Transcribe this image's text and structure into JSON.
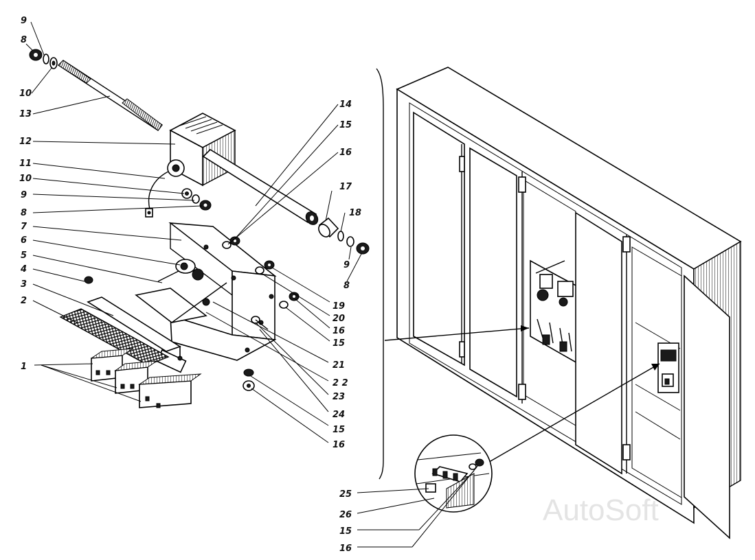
{
  "callouts": [
    {
      "id": "c9a",
      "text": "9"
    },
    {
      "id": "c8a",
      "text": "8"
    },
    {
      "id": "c10a",
      "text": "10"
    },
    {
      "id": "c13",
      "text": "13"
    },
    {
      "id": "c12",
      "text": "12"
    },
    {
      "id": "c11",
      "text": "11"
    },
    {
      "id": "c10b",
      "text": "10"
    },
    {
      "id": "c9b",
      "text": "9"
    },
    {
      "id": "c8b",
      "text": "8"
    },
    {
      "id": "c7",
      "text": "7"
    },
    {
      "id": "c6",
      "text": "6"
    },
    {
      "id": "c5",
      "text": "5"
    },
    {
      "id": "c4",
      "text": "4"
    },
    {
      "id": "c3",
      "text": "3"
    },
    {
      "id": "c2",
      "text": "2"
    },
    {
      "id": "c1",
      "text": "1"
    },
    {
      "id": "c14",
      "text": "14"
    },
    {
      "id": "c15a",
      "text": "15"
    },
    {
      "id": "c16a",
      "text": "16"
    },
    {
      "id": "c17",
      "text": "17"
    },
    {
      "id": "c18",
      "text": "18"
    },
    {
      "id": "c9c",
      "text": "9"
    },
    {
      "id": "c8c",
      "text": "8"
    },
    {
      "id": "c19",
      "text": "19"
    },
    {
      "id": "c20",
      "text": "20"
    },
    {
      "id": "c16b",
      "text": "16"
    },
    {
      "id": "c15b",
      "text": "15"
    },
    {
      "id": "c21",
      "text": "21"
    },
    {
      "id": "c22",
      "text": "2 2"
    },
    {
      "id": "c23",
      "text": "23"
    },
    {
      "id": "c24",
      "text": "24"
    },
    {
      "id": "c15c",
      "text": "15"
    },
    {
      "id": "c16c",
      "text": "16"
    },
    {
      "id": "c25",
      "text": "25"
    },
    {
      "id": "c26",
      "text": "26"
    },
    {
      "id": "c15d",
      "text": "15"
    },
    {
      "id": "c16d",
      "text": "16"
    }
  ],
  "watermark": "AutoSoft"
}
